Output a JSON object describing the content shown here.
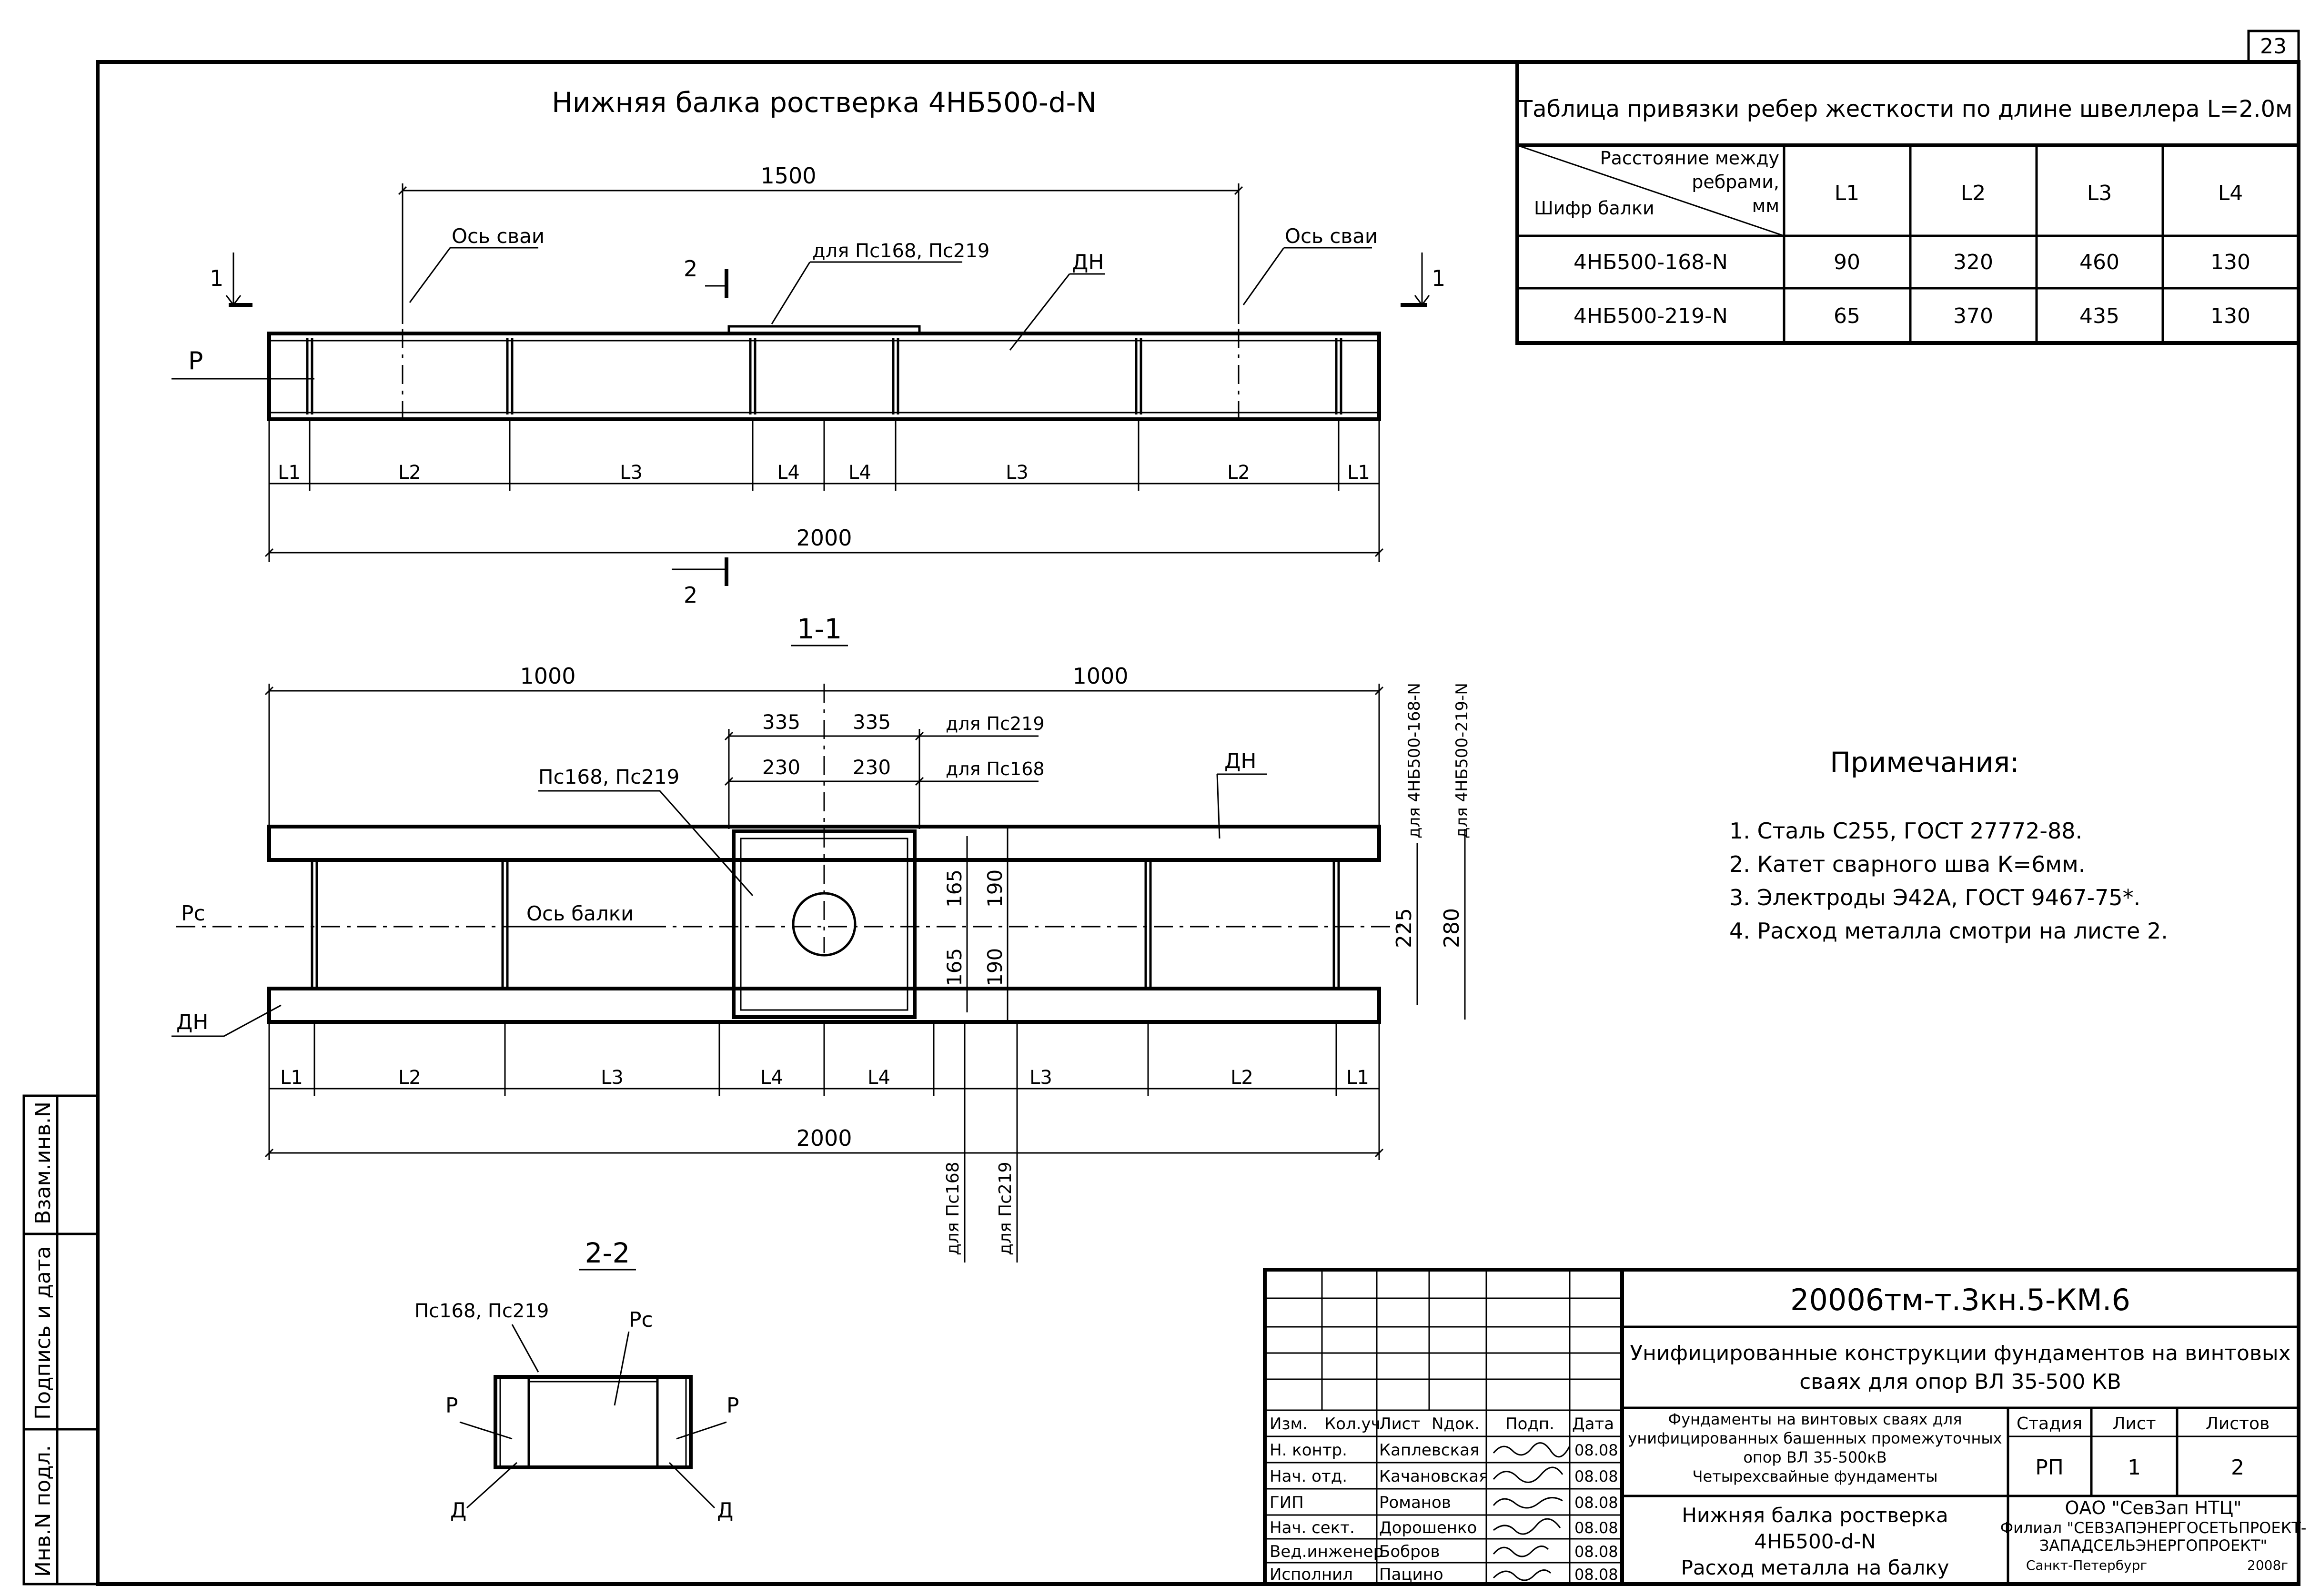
{
  "sheet_number": "23",
  "title": "Нижняя балка ростверка 4НБ500-d-N",
  "plan": {
    "dim_span": "1500",
    "pile_axis": "Ось сваи",
    "pc_note": "для Пс168, Пс219",
    "beam_label": "ДН",
    "force_label": "P",
    "section1": "1",
    "section2": "2",
    "segments": [
      "L1",
      "L2",
      "L3",
      "L4",
      "L4",
      "L3",
      "L2",
      "L1"
    ],
    "dim_total": "2000"
  },
  "section_1_1": {
    "title": "1-1",
    "dim_half_left": "1000",
    "dim_half_right": "1000",
    "dim_335_a": "335",
    "dim_335_b": "335",
    "note_pc219": "для Пс219",
    "dim_230_a": "230",
    "dim_230_b": "230",
    "note_pc168": "для Пс168",
    "pc_label": "Пс168, Пс219",
    "beam_label": "ДН",
    "beam_label_bottom": "ДН",
    "axis_label": "Ось балки",
    "pc_force": "Рс",
    "dim_165_top": "165",
    "dim_165_bot": "165",
    "dim_190_top": "190",
    "dim_190_bot": "190",
    "dim_225": "225",
    "dim_280": "280",
    "vert_168": "для 4НБ500-168-N",
    "vert_219": "для 4НБ500-219-N",
    "segments": [
      "L1",
      "L2",
      "L3",
      "L4",
      "L4",
      "L3",
      "L2",
      "L1"
    ],
    "dim_total": "2000",
    "below_168": "для Пс168",
    "below_219": "для Пс219"
  },
  "section_2_2": {
    "title": "2-2",
    "pc_label": "Пс168, Пс219",
    "pc_force": "Рс",
    "p_left": "Р",
    "p_right": "Р",
    "d_left": "Д",
    "d_right": "Д"
  },
  "table": {
    "caption": "Таблица привязки ребер жесткости по длине швеллера L=2.0м",
    "corner_top": "Расстояние между",
    "corner_mid": "ребрами,",
    "corner_unit": "мм",
    "corner_bottom": "Шифр балки",
    "headers": [
      "L1",
      "L2",
      "L3",
      "L4"
    ],
    "rows": [
      {
        "name": "4НБ500-168-N",
        "values": [
          "90",
          "320",
          "460",
          "130"
        ]
      },
      {
        "name": "4НБ500-219-N",
        "values": [
          "65",
          "370",
          "435",
          "130"
        ]
      }
    ]
  },
  "notes": {
    "title": "Примечания:",
    "items": [
      "1. Сталь С255, ГОСТ 27772-88.",
      "2. Катет сварного шва К=6мм.",
      "3. Электроды Э42А, ГОСТ 9467-75*.",
      "4. Расход металла смотри на листе 2."
    ]
  },
  "side_stamp": {
    "field1": "Инв.N подл.",
    "field2": "Подпись и дата",
    "field3": "Взам.инв.N"
  },
  "title_block": {
    "doc_code": "20006тм-т.3кн.5-КМ.6",
    "project": "Унифицированные конструкции фундаментов на винтовых",
    "project2": "сваях для опор ВЛ 35-500 КВ",
    "desc1": "Фундаменты на винтовых сваях для",
    "desc2": "унифицированных башенных промежуточных",
    "desc3": "опор ВЛ 35-500кВ",
    "desc4": "Четырехсвайные фундаменты",
    "sheet1": "Нижняя балка ростверка",
    "sheet2": "4НБ500-d-N",
    "sheet3": "Расход металла на балку",
    "col_headers": [
      "Изм.",
      "Кол.уч",
      "Лист",
      "Nдок.",
      "Подп.",
      "Дата"
    ],
    "signers": [
      {
        "role": "Н. контр.",
        "name": "Каплевская",
        "date": "08.08"
      },
      {
        "role": "Нач. отд.",
        "name": "Качановская",
        "date": "08.08"
      },
      {
        "role": "ГИП",
        "name": "Романов",
        "date": "08.08"
      },
      {
        "role": "Нач. сект.",
        "name": "Дорошенко",
        "date": "08.08"
      },
      {
        "role": "Вед.инженер",
        "name": "Бобров",
        "date": "08.08"
      },
      {
        "role": "Исполнил",
        "name": "Пацино",
        "date": "08.08"
      }
    ],
    "stage_label": "Стадия",
    "sheet_label": "Лист",
    "sheets_label": "Листов",
    "stage": "РП",
    "sheet": "1",
    "sheets": "2",
    "org1": "ОАО \"СевЗап НТЦ\"",
    "org2": "Филиал \"СЕВЗАПЭНЕРГОСЕТЬПРОЕКТ-",
    "org3": "ЗАПАДСЕЛЬЭНЕРГОПРОЕКТ\"",
    "org4": "Санкт-Петербург",
    "org5": "2008г"
  }
}
